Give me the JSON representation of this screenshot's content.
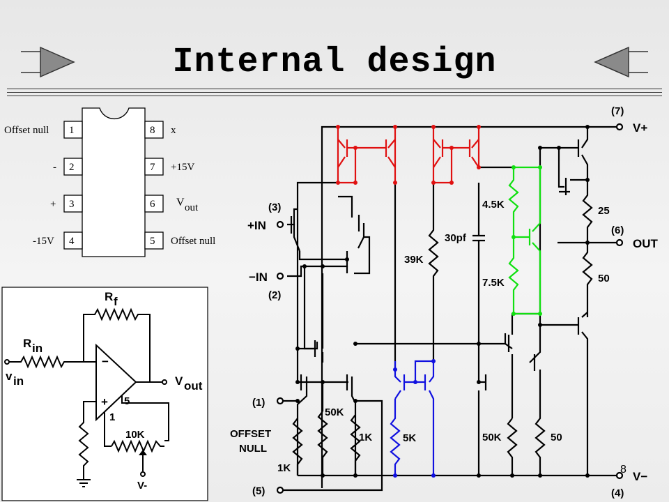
{
  "slide": {
    "title": "Internal design",
    "page_number": "8"
  },
  "pinout": {
    "left": [
      {
        "label": "Offset null",
        "pin": "1"
      },
      {
        "label": "-",
        "pin": "2"
      },
      {
        "label": "+",
        "pin": "3"
      },
      {
        "label": "-15V",
        "pin": "4"
      }
    ],
    "right": [
      {
        "label": "x",
        "pin": "8"
      },
      {
        "label": "+15V",
        "pin": "7"
      },
      {
        "label": "V",
        "sub": "out",
        "pin": "6"
      },
      {
        "label": "Offset null",
        "pin": "5"
      }
    ]
  },
  "inverting_amp": {
    "rf": "R",
    "rf_sub": "f",
    "rin": "R",
    "rin_sub": "in",
    "vin": "v",
    "vin_sub": "in",
    "vout": "V",
    "vout_sub": "out",
    "minus": "−",
    "plus": "+",
    "pin5": "5",
    "pin1": "1",
    "pot": "10K",
    "vneg": "V-"
  },
  "schematic": {
    "pin7": "(7)",
    "vplus": "V+",
    "pin3": "(3)",
    "in_plus": "+IN",
    "pin2": "(2)",
    "in_minus": "−IN",
    "pin6": "(6)",
    "out": "OUT",
    "pin1": "(1)",
    "offset1": "OFFSET",
    "offset2": "NULL",
    "pin5": "(5)",
    "pin4": "(4)",
    "vminus": "V−",
    "r_39k": "39K",
    "c_30pf": "30pf",
    "r_45k": "4.5K",
    "r_75k": "7.5K",
    "r_25": "25",
    "r_50_top": "50",
    "r_50k_a": "50K",
    "r_1k_a": "1K",
    "r_1k_b": "1K",
    "r_5k": "5K",
    "r_50k_b": "50K",
    "r_50_bot": "50"
  },
  "colors": {
    "red": "#e01010",
    "blue": "#1010e0",
    "green": "#10e010",
    "wire": "#000000"
  }
}
